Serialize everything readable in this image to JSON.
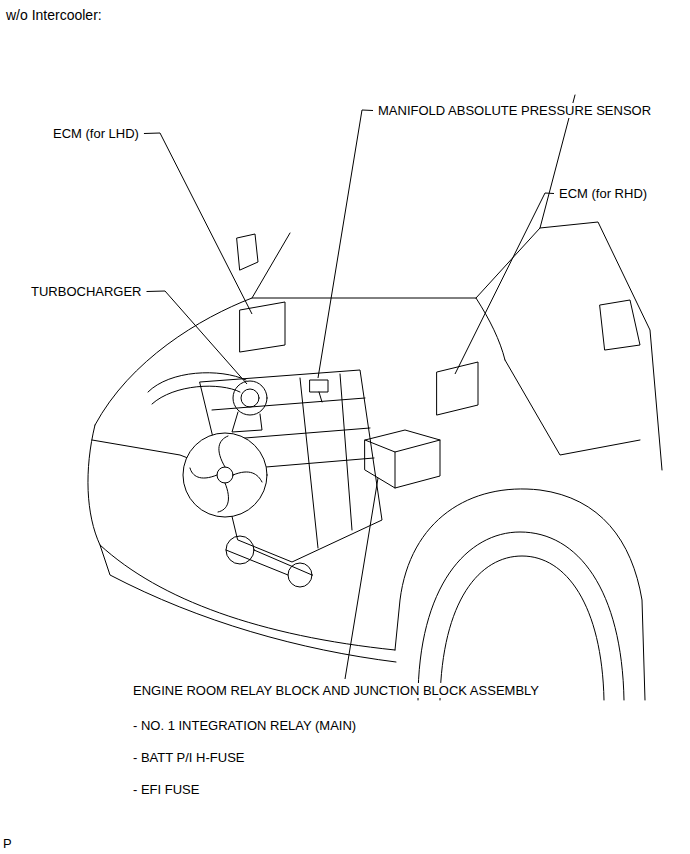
{
  "diagram": {
    "title": "w/o Intercooler:",
    "labels": [
      "MANIFOLD ABSOLUTE PRESSURE SENSOR",
      "ECM (for LHD)",
      "ECM (for RHD)",
      "TURBOCHARGER",
      "ENGINE ROOM RELAY BLOCK AND JUNCTION BLOCK ASSEMBLY",
      "- NO. 1 INTEGRATION RELAY (MAIN)",
      "- BATT P/I H-FUSE",
      "- EFI FUSE",
      "P"
    ]
  }
}
